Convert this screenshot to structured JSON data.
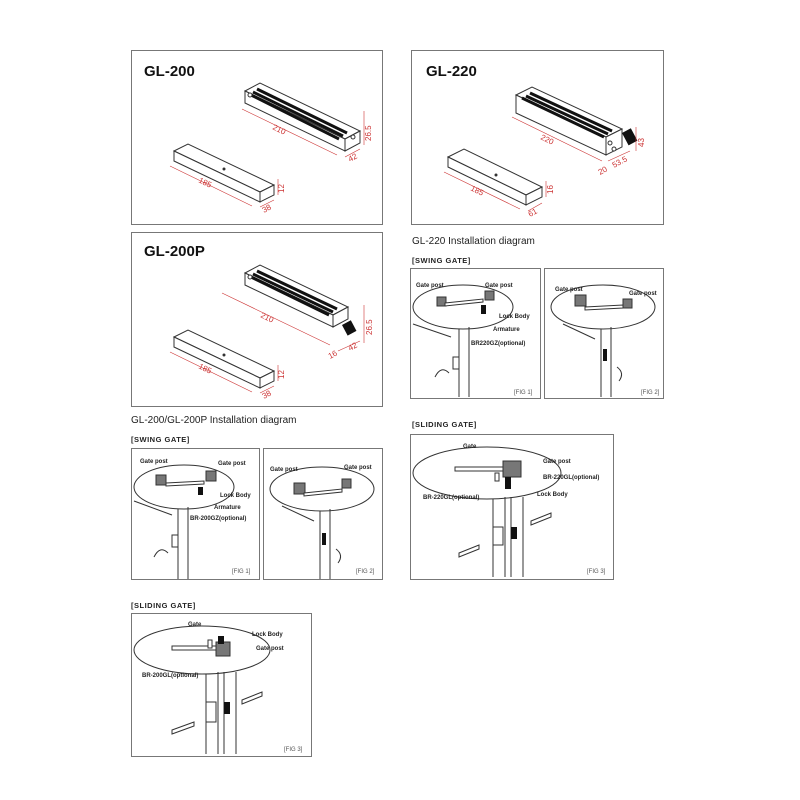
{
  "products": {
    "gl200": {
      "model": "GL-200",
      "dims": [
        "210",
        "26.5",
        "42",
        "185",
        "12",
        "38"
      ]
    },
    "gl220": {
      "model": "GL-220",
      "dims": [
        "220",
        "43",
        "53.5",
        "20",
        "185",
        "16",
        "61"
      ]
    },
    "gl200p": {
      "model": "GL-200P",
      "dims": [
        "210",
        "26.5",
        "42",
        "16",
        "185",
        "12",
        "38"
      ]
    }
  },
  "gl200_install": {
    "heading": "GL-200/GL-200P  Installation diagram",
    "swing": {
      "title": "[SWING GATE]",
      "fig1": {
        "gate_post_left": "Gate post",
        "gate_post_right": "Gate post",
        "lock_body": "Lock Body",
        "armature": "Armature",
        "bracket": "BR-200GZ(optional)",
        "fig": "[FIG 1]"
      },
      "fig2": {
        "gate_post_left": "Gate post",
        "gate_post_right": "Gate post",
        "fig": "[FIG 2]"
      }
    },
    "sliding": {
      "title": "[SLIDING GATE]",
      "gate": "Gate",
      "lock_body": "Lock Body",
      "gate_post": "Gate post",
      "bracket": "BR-200GL(optional)",
      "fig": "[FIG 3]"
    }
  },
  "gl220_install": {
    "heading": "GL-220 Installation diagram",
    "swing": {
      "title": "[SWING GATE]",
      "fig1": {
        "gate_post_left": "Gate post",
        "gate_post_right": "Gate post",
        "lock_body": "Lock Body",
        "armature": "Armature",
        "bracket": "BR220GZ(optional)",
        "fig": "[FIG 1]"
      },
      "fig2": {
        "gate_post_left": "Gate post",
        "gate_post_right": "Gate post",
        "fig": "[FIG 2]"
      }
    },
    "sliding": {
      "title": "[SLIDING GATE]",
      "gate": "Gate",
      "gate_post": "Gate post",
      "bracket_right": "BR-220GL(optional)",
      "bracket_left": "BR-220GL(optional)",
      "lock_body": "Lock Body",
      "fig": "[FIG 3]"
    }
  }
}
